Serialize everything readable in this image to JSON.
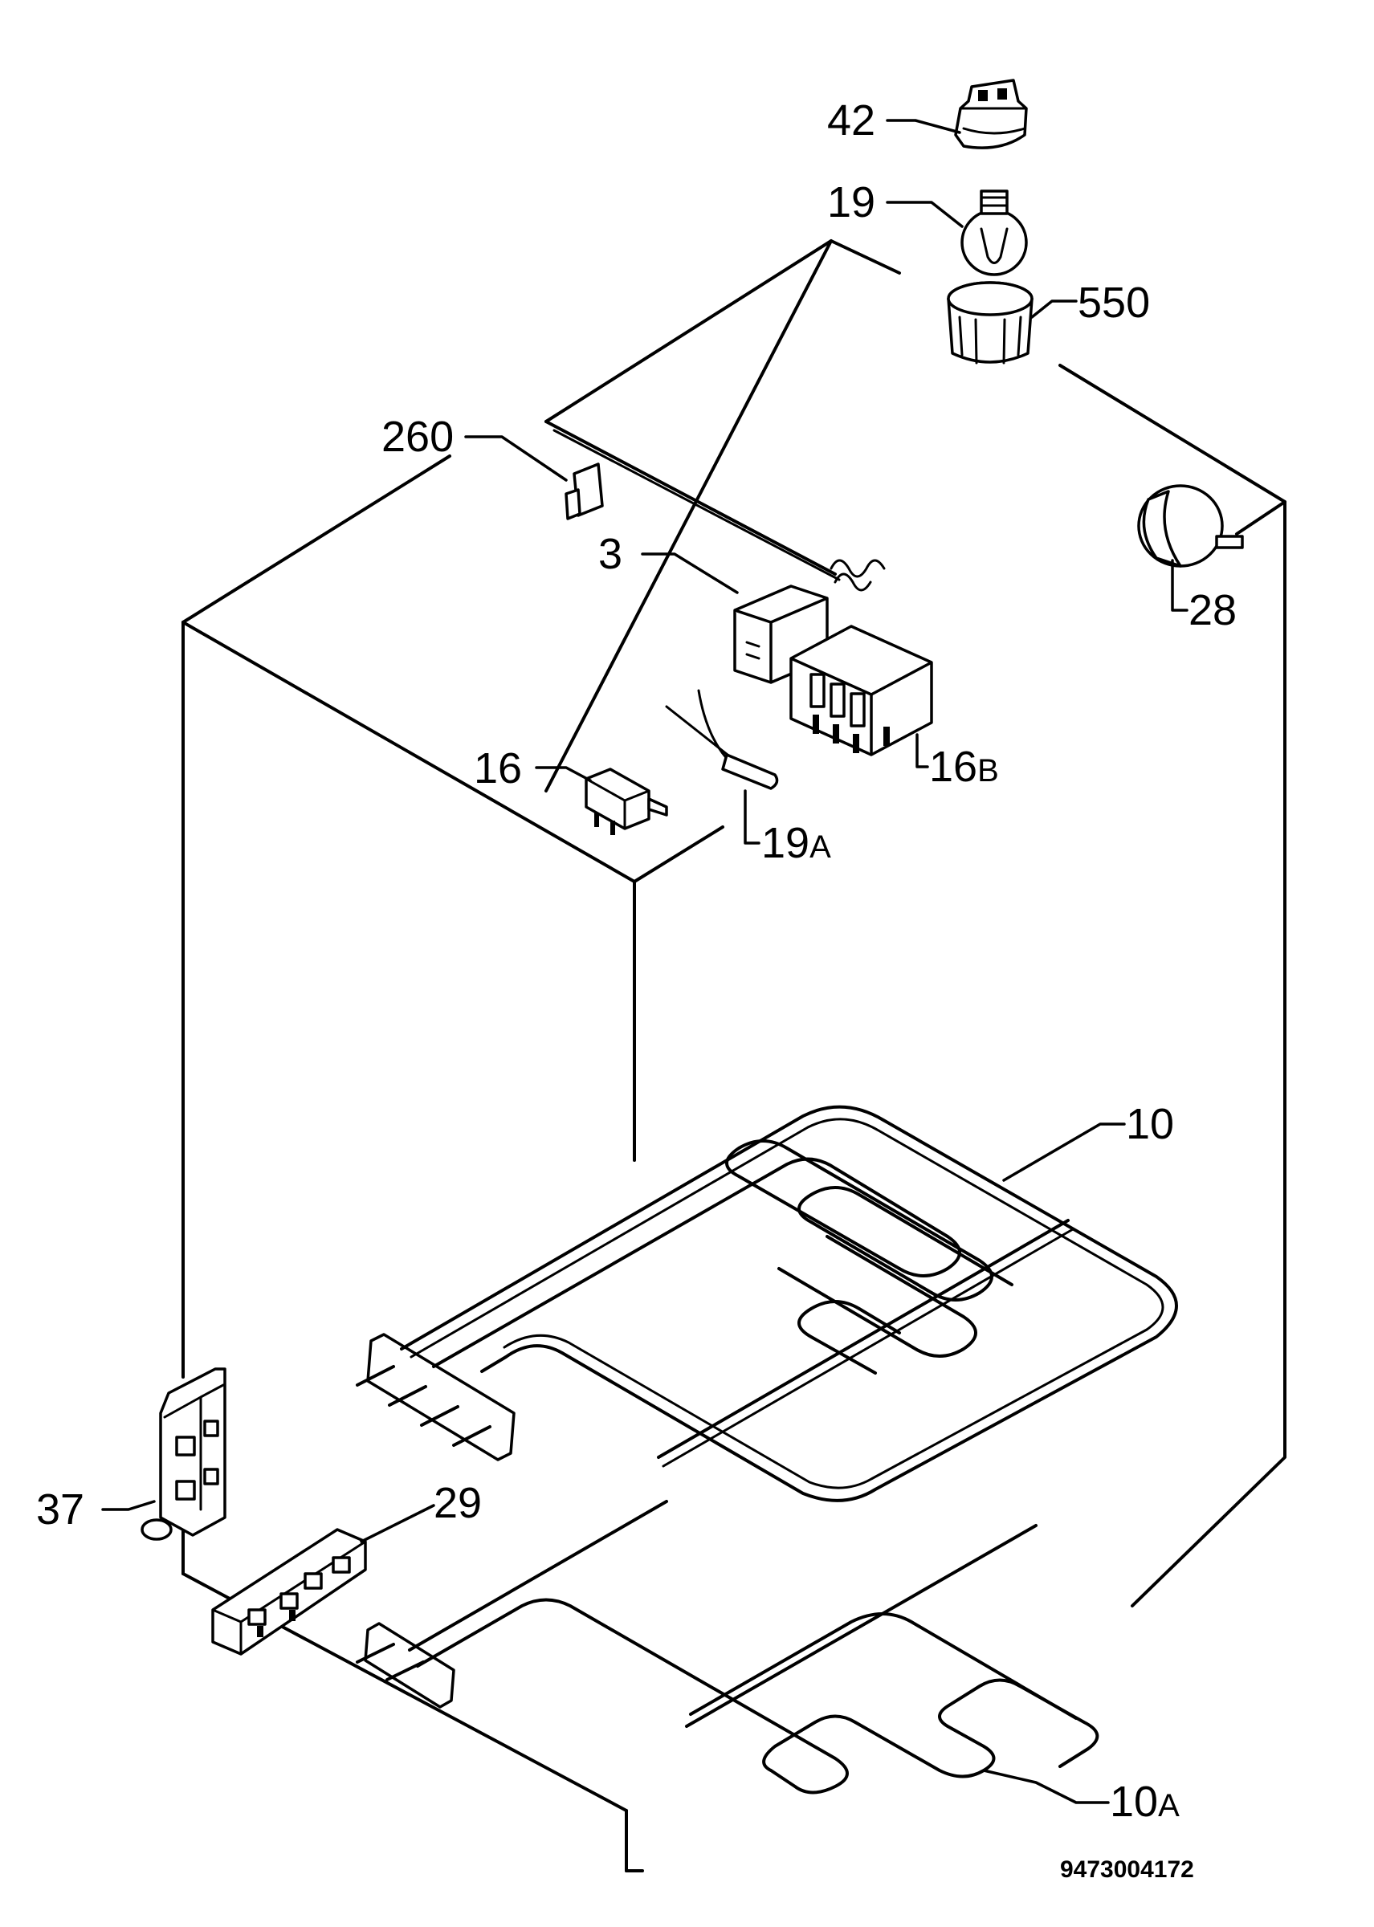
{
  "labels": {
    "p42": "42",
    "p19": "19",
    "p550": "550",
    "p260": "260",
    "p3": "3",
    "p28": "28",
    "p16b_num": "16",
    "p16b_sfx": "B",
    "p16": "16",
    "p19a_num": "19",
    "p19a_sfx": "A",
    "p10": "10",
    "p37": "37",
    "p29": "29",
    "p10a_num": "10",
    "p10a_sfx": "A"
  },
  "document_id": "9473004172"
}
